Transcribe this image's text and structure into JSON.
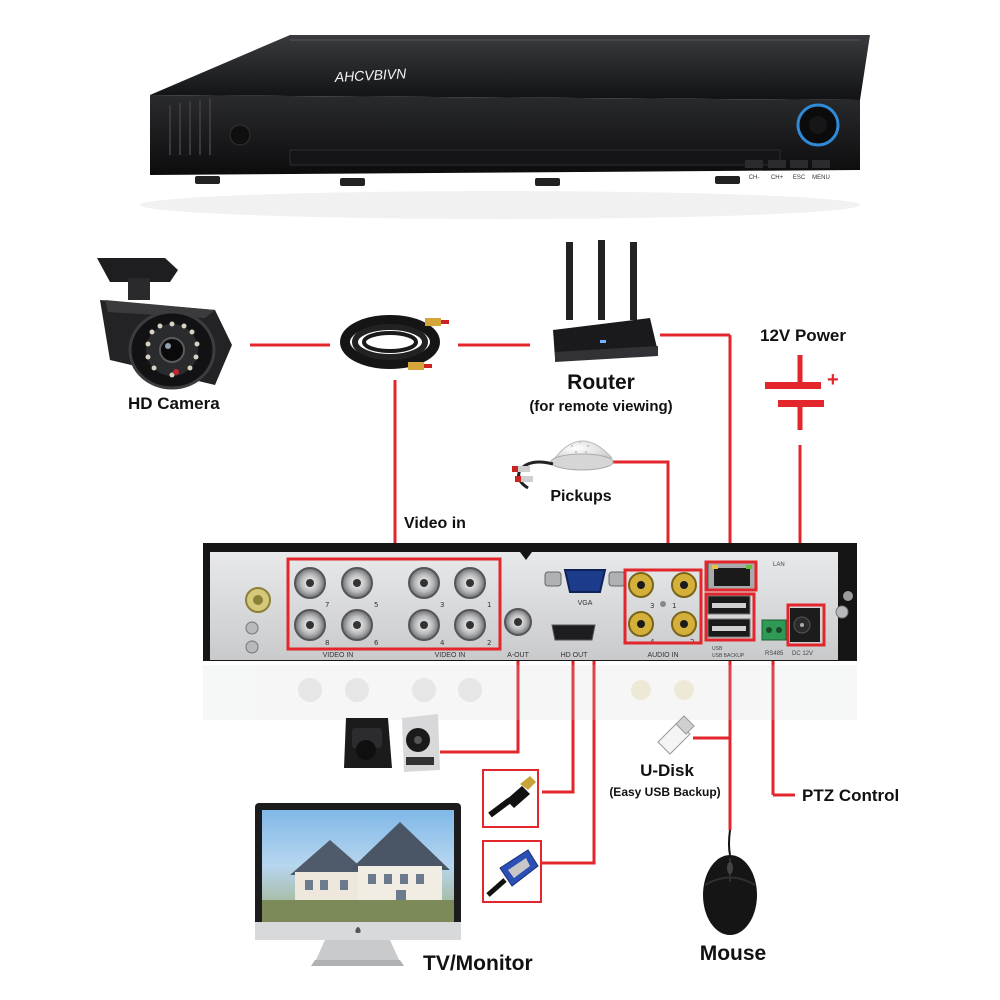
{
  "brand": "AHCVBIVN",
  "front_buttons": [
    "CH-",
    "CH+",
    "ESC",
    "MENU"
  ],
  "labels": {
    "hd_camera": "HD Camera",
    "router": "Router",
    "router_sub": "(for remote viewing)",
    "power": "12V Power",
    "pickups": "Pickups",
    "video_in": "Video in",
    "u_disk": "U-Disk",
    "u_disk_sub": "(Easy USB Backup)",
    "ptz": "PTZ Control",
    "tv": "TV/Monitor",
    "mouse": "Mouse"
  },
  "panel": {
    "video_in_left": "VIDEO IN",
    "video_in_right": "VIDEO IN",
    "vga": "VGA",
    "a_out": "A-OUT",
    "hd_out": "HD OUT",
    "audio_in": "AUDIO IN",
    "lan": "LAN",
    "usb": "USB",
    "usb_backup": "USB BACKUP",
    "rs485": "RS485",
    "dc12v": "DC 12V",
    "bnc_numbers": [
      "7",
      "5",
      "8",
      "6",
      "3",
      "1",
      "4",
      "2"
    ],
    "audio_numbers": [
      "3",
      "1",
      "4",
      "2"
    ]
  },
  "colors": {
    "line": "#e2262c",
    "box": "#e2262c",
    "device_dark": "#1d1d1f",
    "panel_metal": "#d9dadc"
  }
}
